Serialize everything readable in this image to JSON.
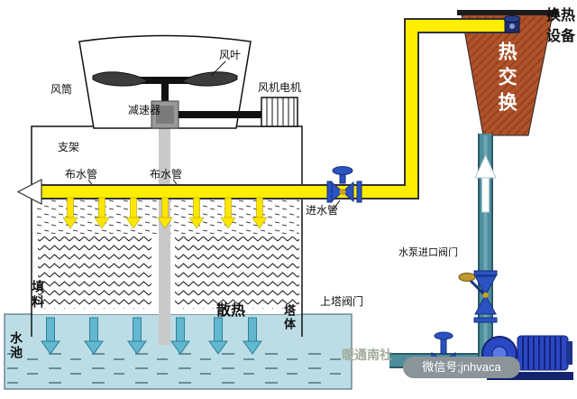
{
  "labels": {
    "fan_blade": "风叶",
    "air_duct": "风筒",
    "fan_motor": "风机电机",
    "reducer": "减速器",
    "support": "支架",
    "dist_pipe_left": "布水管",
    "dist_pipe_right": "布水管",
    "inlet_pipe": "进水管",
    "fill": "填料",
    "heat_dissipation": "散热",
    "tower_body": "塔体",
    "upper_tower_valve": "上塔阀门",
    "pump_inlet_valve": "水泵进口阀门",
    "pool": "水池",
    "heat_exchange": "热交换",
    "heat_exchange_equipment": "换热设备",
    "watermark_1": "暖通南社",
    "watermark_2": "微信号;jnhvaca"
  },
  "colors": {
    "pipe_yellow": "#ffee00",
    "pipe_teal": "#4d8d9c",
    "heat_exchanger_brick": "#b0522a",
    "pool_water": "#bcdde6",
    "valve_blue": "#2a52c0",
    "pump_blue": "#2a47c4",
    "arrow_teal": "#63b7cf",
    "shaft_gray": "#c9c9c9",
    "watermark_gray": "#8a9499"
  }
}
